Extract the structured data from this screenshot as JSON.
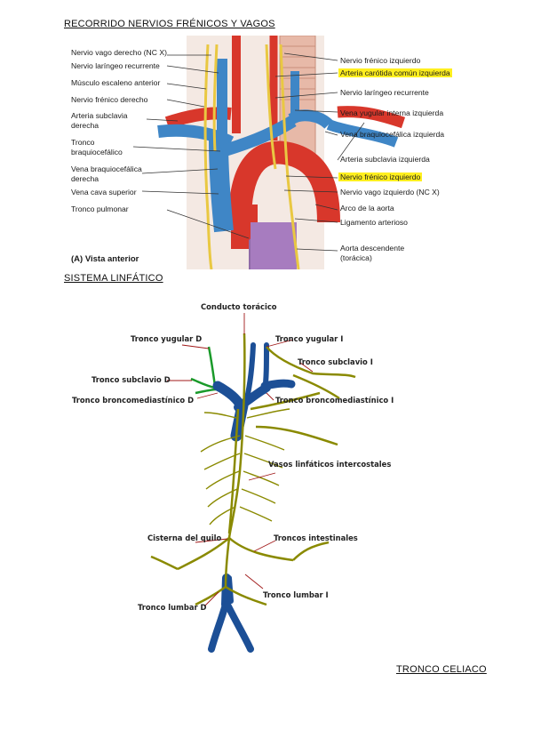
{
  "headings": {
    "h1": "RECORRIDO NERVIOS FRÉNICOS Y VAGOS",
    "h2": "SISTEMA LINFÁTICO",
    "h3": "TRONCO CELIACO"
  },
  "figure1": {
    "left_labels": [
      "Nervio vago derecho (NC X)",
      "Nervio laríngeo recurrente",
      "Músculo escaleno anterior",
      "Nervio frénico derecho",
      "Arteria subclavia",
      "derecha",
      "Tronco",
      "braquiocefálico",
      "Vena braquiocefálica",
      "derecha",
      "Vena cava superior",
      "Tronco pulmonar"
    ],
    "right_labels": [
      "Nervio frénico izquierdo",
      "Arteria carótida común izquierda",
      "Nervio laríngeo recurrente",
      "Vena yugular interna izquierda",
      "Vena braquiocefálica izquierda",
      "Arteria subclavia izquierda",
      "Nervio frénico izquierdo",
      "Nervio vago izquierdo (NC X)",
      "Arco de la aorta",
      "Ligamento arterioso",
      "Aorta descendente",
      "(torácica)"
    ],
    "caption": "(A) Vista anterior",
    "colors": {
      "highlight": "#ffef1f",
      "artery": "#d8372b",
      "vein": "#3f86c6",
      "nerve": "#f0d060"
    }
  },
  "figure2": {
    "labels": [
      "Conducto torácico",
      "Tronco yugular D",
      "Tronco yugular I",
      "Tronco subclavio I",
      "Tronco subclavio D",
      "Tronco broncomediastínico D",
      "Tronco broncomediastínico I",
      "Vasos linfáticos intercostales",
      "Cisterna del quilo",
      "Troncos intestinales",
      "Tronco lumbar I",
      "Tronco lumbar  D"
    ],
    "colors": {
      "lymph": "#8a8a00",
      "vein": "#1c4f96",
      "right_duct": "#1a9a2a",
      "pointer": "#a01818"
    }
  }
}
